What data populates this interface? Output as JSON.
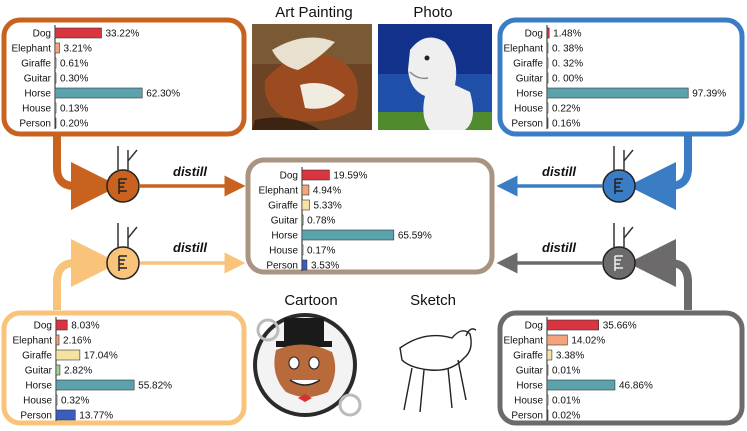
{
  "categories": [
    "Dog",
    "Elephant",
    "Giraffe",
    "Guitar",
    "Horse",
    "House",
    "Person"
  ],
  "category_colors": [
    "#d9343f",
    "#f2a47a",
    "#f6e3a2",
    "#9fd09a",
    "#5aa3ad",
    "#d9d9d9",
    "#3a5ec0"
  ],
  "distill_label": "distill",
  "domains": {
    "art_painting": {
      "title": "Art Painting",
      "color": "#c8621e",
      "value_labels": [
        "33.22%",
        "3.21%",
        "0.61%",
        "0.30%",
        "62.30%",
        "0.13%",
        "0.20%"
      ]
    },
    "photo": {
      "title": "Photo",
      "color": "#3a7dc4",
      "value_labels": [
        "1.48%",
        "0. 38%",
        "0. 32%",
        "0. 00%",
        "97.39%",
        "0.22%",
        "0.16%"
      ]
    },
    "cartoon": {
      "title": "Cartoon",
      "color": "#f9c37a",
      "value_labels": [
        "8.03%",
        "2.16%",
        "17.04%",
        "2.82%",
        "55.82%",
        "0.32%",
        "13.77%"
      ]
    },
    "sketch": {
      "title": "Sketch",
      "color": "#6d6a6b",
      "value_labels": [
        "35.66%",
        "14.02%",
        "3.38%",
        "0.01%",
        "46.86%",
        "0.01%",
        "0.02%"
      ]
    },
    "student": {
      "color": "#a99481",
      "value_labels": [
        "19.59%",
        "4.94%",
        "5.33%",
        "0.78%",
        "65.59%",
        "0.17%",
        "3.53%"
      ]
    }
  },
  "chart_data": [
    {
      "type": "bar",
      "title": "",
      "categories": [
        "Dog",
        "Elephant",
        "Giraffe",
        "Guitar",
        "Horse",
        "House",
        "Person"
      ],
      "values": [
        33.22,
        3.21,
        0.61,
        0.3,
        62.3,
        0.13,
        0.2
      ]
    },
    {
      "type": "bar",
      "title": "",
      "categories": [
        "Dog",
        "Elephant",
        "Giraffe",
        "Guitar",
        "Horse",
        "House",
        "Person"
      ],
      "values": [
        1.48,
        0.38,
        0.32,
        0.0,
        97.39,
        0.22,
        0.16
      ]
    },
    {
      "type": "bar",
      "title": "",
      "categories": [
        "Dog",
        "Elephant",
        "Giraffe",
        "Guitar",
        "Horse",
        "House",
        "Person"
      ],
      "values": [
        8.03,
        2.16,
        17.04,
        2.82,
        55.82,
        0.32,
        13.77
      ]
    },
    {
      "type": "bar",
      "title": "",
      "categories": [
        "Dog",
        "Elephant",
        "Giraffe",
        "Guitar",
        "Horse",
        "House",
        "Person"
      ],
      "values": [
        35.66,
        14.02,
        3.38,
        0.01,
        46.86,
        0.01,
        0.02
      ]
    },
    {
      "type": "bar",
      "title": "",
      "categories": [
        "Dog",
        "Elephant",
        "Giraffe",
        "Guitar",
        "Horse",
        "House",
        "Person"
      ],
      "values": [
        19.59,
        4.94,
        5.33,
        0.78,
        65.59,
        0.17,
        3.53
      ]
    }
  ]
}
